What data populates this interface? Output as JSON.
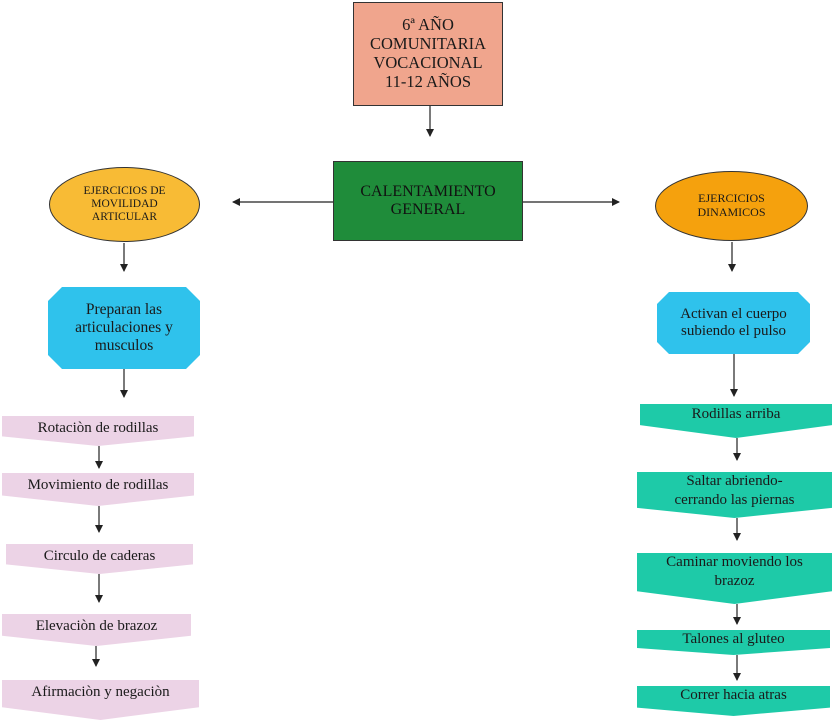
{
  "top_box": "6ª AÑO\nCOMUNITARIA\nVOCACIONAL\n11-12 AÑOS",
  "center_box": "CALENTAMIENTO\nGENERAL",
  "left_branch": {
    "ellipse": "EJERCICIOS DE\nMOVILIDAD\nARTICULAR",
    "octagon": "Preparan las\narticulaciones y\nmusculos",
    "steps": [
      "Rotaciòn de rodillas",
      "Movimiento de rodillas",
      "Circulo de caderas",
      "Elevaciòn de brazoz",
      "Afirmaciòn y negaciòn"
    ]
  },
  "right_branch": {
    "ellipse": "EJERCICIOS\nDINAMICOS",
    "octagon": "Activan el cuerpo\nsubiendo el pulso",
    "steps": [
      "Rodillas arriba",
      "Saltar abriendo-\ncerrando las piernas",
      "Caminar moviendo los\nbrazoz",
      "Talones al gluteo",
      "Correr hacia atras"
    ]
  },
  "colors": {
    "top_box": "#f0a58d",
    "center_box": "#1f8c3a",
    "left_ellipse": "#f8bb35",
    "right_ellipse": "#f5a10d",
    "octagon": "#2fc2ec",
    "left_steps": "#ecd3e6",
    "right_steps": "#1ecaa8"
  }
}
